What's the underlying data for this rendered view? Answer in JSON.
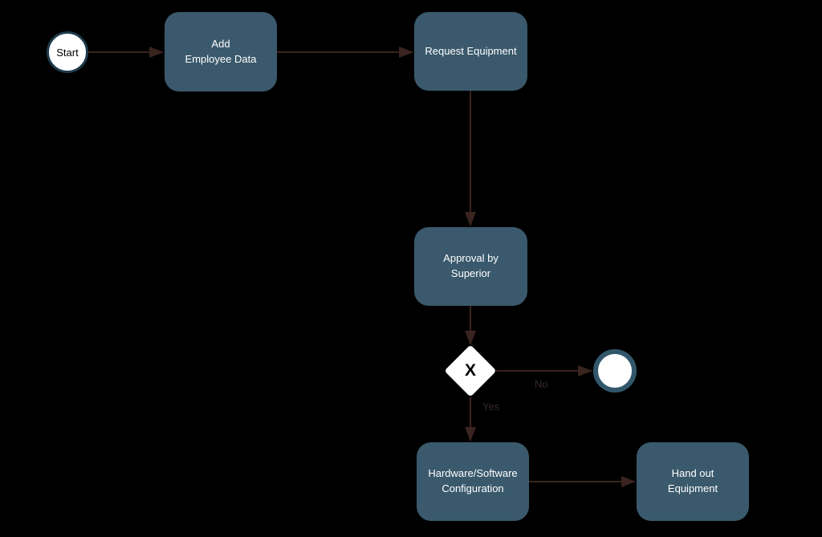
{
  "colors": {
    "background": "#000000",
    "node": "#3a596c",
    "node_text": "#ffffff",
    "arrow": "#3a2420",
    "edge_label": "#352a27",
    "event_border": "#1d3b4d",
    "event_fill": "#ffffff",
    "end_ring": "#32576b",
    "gateway_fill": "#ffffff",
    "gateway_text": "#000000"
  },
  "diagram": {
    "type": "bpmn-flowchart",
    "nodes": {
      "start_event": {
        "label": "Start"
      },
      "add_employee_data": {
        "label": "Add\nEmployee Data"
      },
      "request_equipment": {
        "label": "Request Equipment"
      },
      "approval_by_superior": {
        "label": "Approval by\nSuperior"
      },
      "gateway": {
        "label": "X"
      },
      "hardware_software_configuration": {
        "label": "Hardware/Software\nConfiguration"
      },
      "hand_out_equipment": {
        "label": "Hand out\nEquipment"
      },
      "end_event": {
        "label": ""
      }
    },
    "edges": {
      "no_label": "No",
      "yes_label": "Yes"
    }
  }
}
